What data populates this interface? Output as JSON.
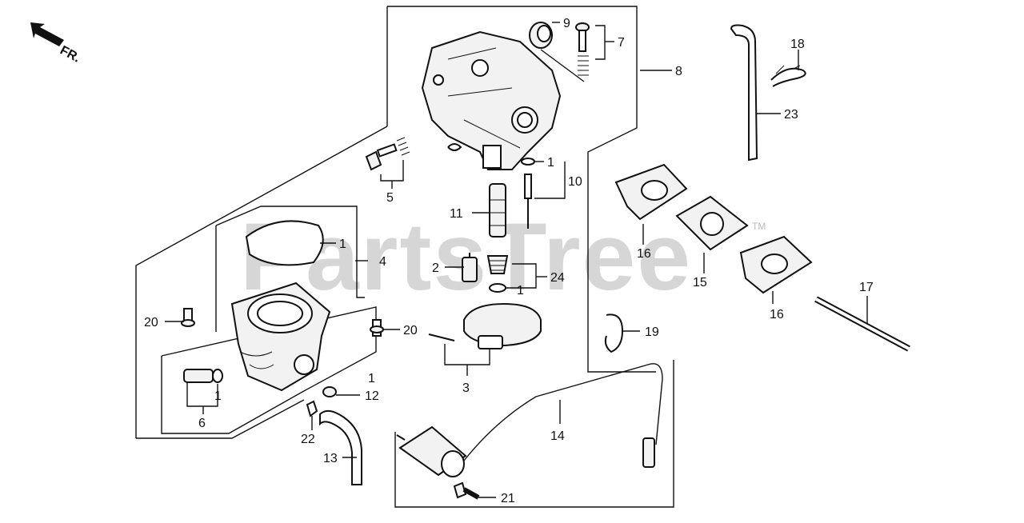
{
  "watermark": {
    "text": "PartsTree",
    "tm": "TM"
  },
  "direction": {
    "label": "FR."
  },
  "callouts": [
    {
      "id": "c9",
      "text": "9"
    },
    {
      "id": "c7",
      "text": "7"
    },
    {
      "id": "c8",
      "text": "8"
    },
    {
      "id": "c18",
      "text": "18"
    },
    {
      "id": "c23",
      "text": "23"
    },
    {
      "id": "c5",
      "text": "5"
    },
    {
      "id": "c1a",
      "text": "1"
    },
    {
      "id": "c10",
      "text": "10"
    },
    {
      "id": "c11",
      "text": "11"
    },
    {
      "id": "c16a",
      "text": "16"
    },
    {
      "id": "c1b",
      "text": "1"
    },
    {
      "id": "c4",
      "text": "4"
    },
    {
      "id": "c2",
      "text": "2"
    },
    {
      "id": "c24",
      "text": "24"
    },
    {
      "id": "c1c",
      "text": "1"
    },
    {
      "id": "c15",
      "text": "15"
    },
    {
      "id": "c16b",
      "text": "16"
    },
    {
      "id": "c17",
      "text": "17"
    },
    {
      "id": "c20a",
      "text": "20"
    },
    {
      "id": "c20b",
      "text": "20"
    },
    {
      "id": "c19",
      "text": "19"
    },
    {
      "id": "c3",
      "text": "3"
    },
    {
      "id": "c1d",
      "text": "1"
    },
    {
      "id": "c12",
      "text": "12"
    },
    {
      "id": "c1e",
      "text": "1"
    },
    {
      "id": "c6",
      "text": "6"
    },
    {
      "id": "c14",
      "text": "14"
    },
    {
      "id": "c22",
      "text": "22"
    },
    {
      "id": "c13",
      "text": "13"
    },
    {
      "id": "c21",
      "text": "21"
    }
  ]
}
